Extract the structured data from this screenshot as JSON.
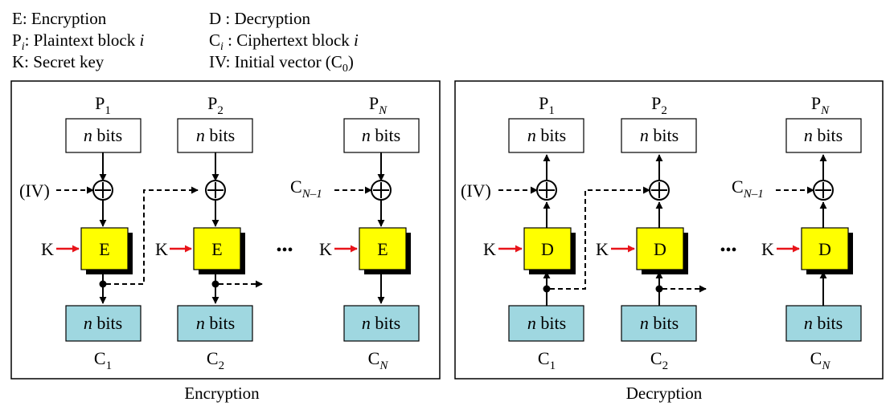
{
  "legend": {
    "e_def": "E: Encryption",
    "d_def": "D : Decryption",
    "p_prefix": "P",
    "p_sub": "i",
    "p_text": ": Plaintext block ",
    "p_var": "i",
    "c_prefix": "C",
    "c_sub": "i",
    "c_text": " : Ciphertext block ",
    "c_var": "i",
    "k_def": "K: Secret key",
    "iv_text": "IV: Initial vector (C",
    "iv_sub": "0",
    "iv_close": ")"
  },
  "block": {
    "italic": "n",
    "rest": " bits"
  },
  "labels": {
    "p": "P",
    "c": "C",
    "sub1": "1",
    "sub2": "2",
    "subN": "N",
    "iv": "(IV)",
    "key": "K",
    "cN1_prefix": "C",
    "cN1_sub": "N–1",
    "ellipsis": "•••",
    "enc": "E",
    "dec": "D"
  },
  "panels": {
    "encryption_caption": "Encryption",
    "decryption_caption": "Decryption"
  },
  "colors": {
    "cipher_fill": "#9fd7e0",
    "box_fill": "#ffff00",
    "key_arrow": "#e8141a",
    "shadow": "#000000"
  }
}
